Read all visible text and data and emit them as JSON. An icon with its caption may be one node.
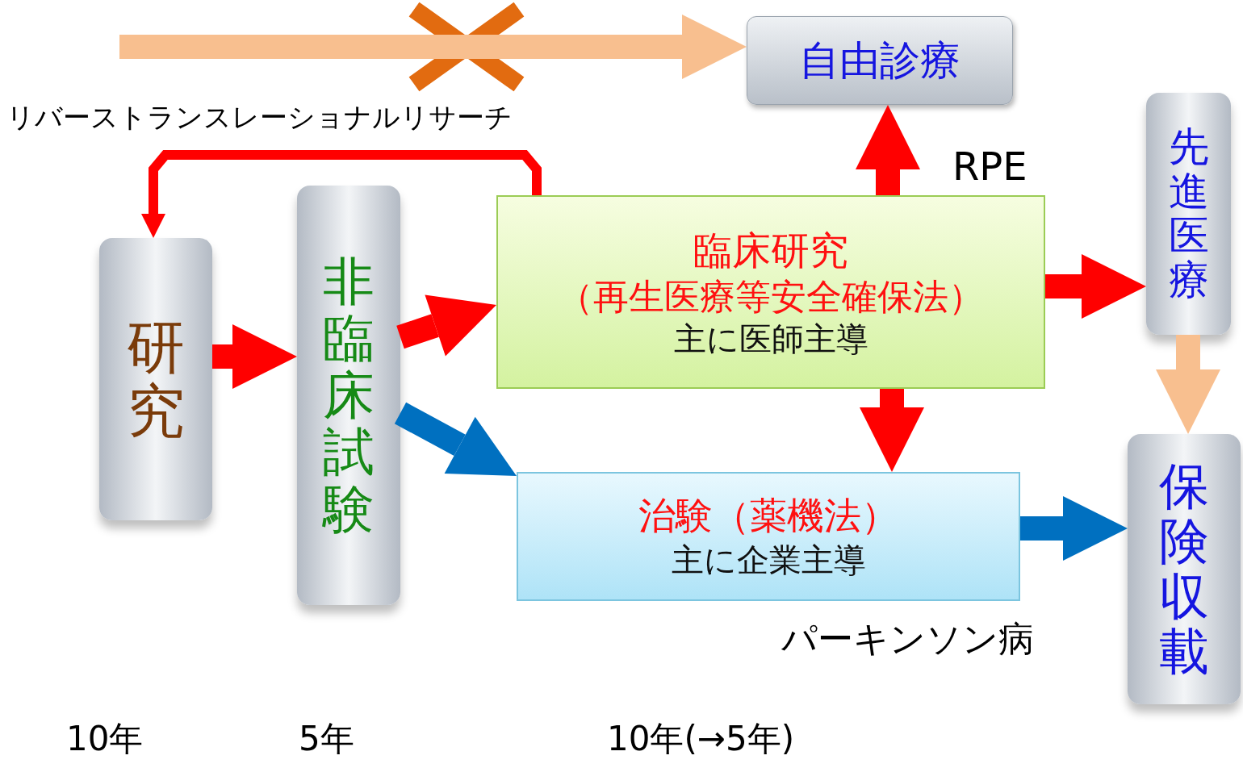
{
  "diagram": {
    "nodes": [
      {
        "text": [
          "自由診療"
        ]
      },
      {
        "text": [
          "研究"
        ]
      },
      {
        "text": [
          "非臨床試験"
        ]
      },
      {
        "text": [
          "臨床研究",
          "（再生医療等安全確保法）",
          "主に医師主導"
        ]
      },
      {
        "text": [
          "先進医療"
        ]
      },
      {
        "text": [
          "治験（薬機法）",
          "主に企業主導"
        ]
      },
      {
        "text": [
          "保険収載"
        ]
      }
    ],
    "edges": [
      {
        "from": null,
        "to": 0,
        "arrow": "to",
        "color": "#f8bf8f"
      },
      {
        "from": 3,
        "to": 1,
        "arrow": "to"
      },
      {
        "from": 1,
        "to": 2,
        "arrow": "to"
      },
      {
        "from": 2,
        "to": 3,
        "arrow": "to"
      },
      {
        "from": 2,
        "to": 5,
        "arrow": "to",
        "color": "#0070c0"
      },
      {
        "from": 3,
        "to": 0,
        "arrow": "to",
        "label": "RPE"
      },
      {
        "from": 3,
        "to": 4,
        "arrow": "to"
      },
      {
        "from": 3,
        "to": 5,
        "arrow": "to"
      },
      {
        "from": 4,
        "to": 6,
        "arrow": "to",
        "color": "#f8bf8f"
      },
      {
        "from": 5,
        "to": 6,
        "arrow": "to",
        "color": "#0070c0"
      }
    ],
    "labels": [
      "リバーストランスレーショナルリサーチ",
      "パーキンソン病",
      "10年",
      "5年",
      "10年(→5年)"
    ]
  }
}
